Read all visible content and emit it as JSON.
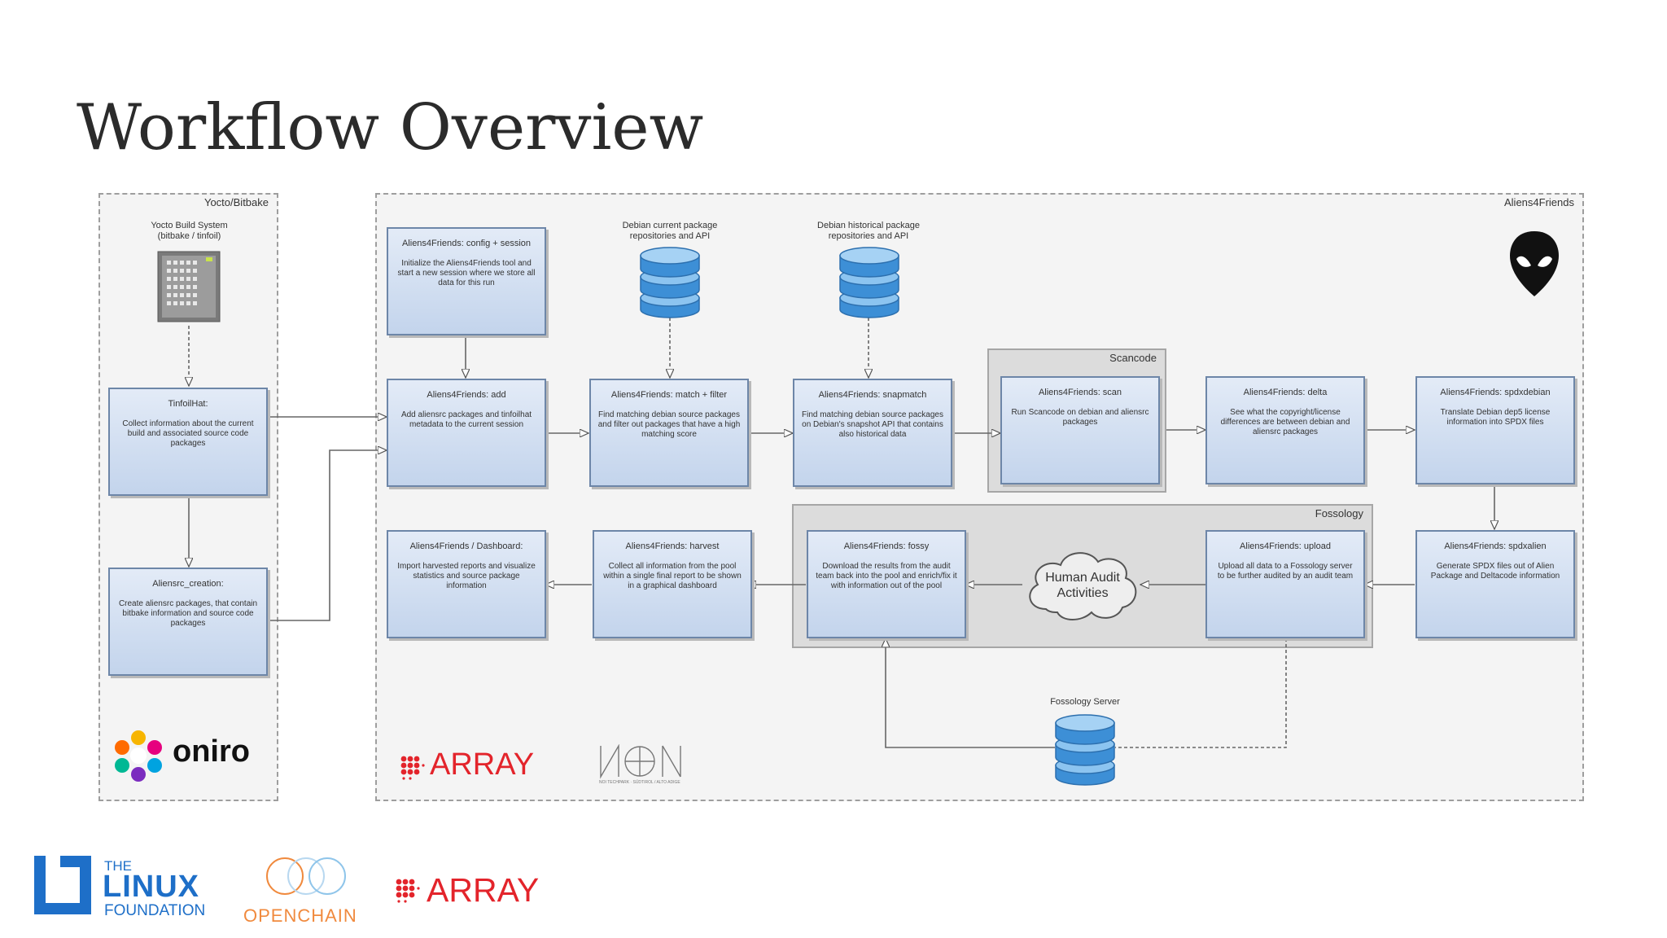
{
  "page": {
    "title": "Workflow Overview"
  },
  "containers": {
    "yocto": "Yocto/Bitbake",
    "aliens": "Aliens4Friends",
    "scancode": "Scancode",
    "fossology": "Fossology"
  },
  "captions": {
    "yocto_build": "Yocto Build System\n(bitbake / tinfoil)",
    "debian_current": "Debian current package\nrepositories and API",
    "debian_historical": "Debian historical package\nrepositories and API",
    "fossology_server": "Fossology Server"
  },
  "nodes": {
    "tinfoilhat": {
      "title": "TinfoilHat:",
      "desc": "Collect information about the current build and associated source code packages"
    },
    "aliensrc_creation": {
      "title": "Aliensrc_creation:",
      "desc": "Create aliensrc packages, that contain bitbake information and source code packages"
    },
    "config_session": {
      "title": "Aliens4Friends: config + session",
      "desc": "Initialize the Aliens4Friends tool and start a new session where we store all data for this run"
    },
    "add": {
      "title": "Aliens4Friends: add",
      "desc": "Add aliensrc packages and tinfoilhat metadata to the current session"
    },
    "match_filter": {
      "title": "Aliens4Friends: match + filter",
      "desc": "Find matching debian source packages and filter out packages that have a high matching score"
    },
    "snapmatch": {
      "title": "Aliens4Friends: snapmatch",
      "desc": "Find matching debian source packages on Debian's snapshot API that contains also historical data"
    },
    "scan": {
      "title": "Aliens4Friends: scan",
      "desc": "Run Scancode on debian and aliensrc packages"
    },
    "delta": {
      "title": "Aliens4Friends: delta",
      "desc": "See what the copyright/license differences are between debian and aliensrc packages"
    },
    "spdxdebian": {
      "title": "Aliens4Friends: spdxdebian",
      "desc": "Translate Debian dep5 license information into SPDX files"
    },
    "spdxalien": {
      "title": "Aliens4Friends: spdxalien",
      "desc": "Generate SPDX files out of Alien Package and Deltacode information"
    },
    "upload": {
      "title": "Aliens4Friends: upload",
      "desc": "Upload all data to a Fossology server to be further audited by an audit team"
    },
    "fossy": {
      "title": "Aliens4Friends: fossy",
      "desc": "Download the results from the audit team back into the pool and enrich/fix it with information out of the pool"
    },
    "harvest": {
      "title": "Aliens4Friends: harvest",
      "desc": "Collect all information from the pool within a single final report to be shown in a graphical dashboard"
    },
    "dashboard": {
      "title": "Aliens4Friends / Dashboard:",
      "desc": "Import harvested reports and visualize statistics and source package information"
    }
  },
  "cloud": {
    "label": "Human Audit\nActivities"
  },
  "logos": {
    "oniro": "oniro",
    "array_inner": "ARRAY",
    "noi_small": "NOI TECHPARK · SÜDTIROL / ALTO ADIGE",
    "linux_the": "THE",
    "linux_main": "LINUX",
    "linux_foundation": "FOUNDATION",
    "openchain": "OPENCHAIN",
    "array_footer": "ARRAY"
  },
  "colors": {
    "node_border": "#6d86a8",
    "db_blue": "#3d8fd6",
    "array_red": "#e3242b",
    "linux_blue": "#1e6fc8",
    "openchain_orange": "#f08a3e"
  }
}
